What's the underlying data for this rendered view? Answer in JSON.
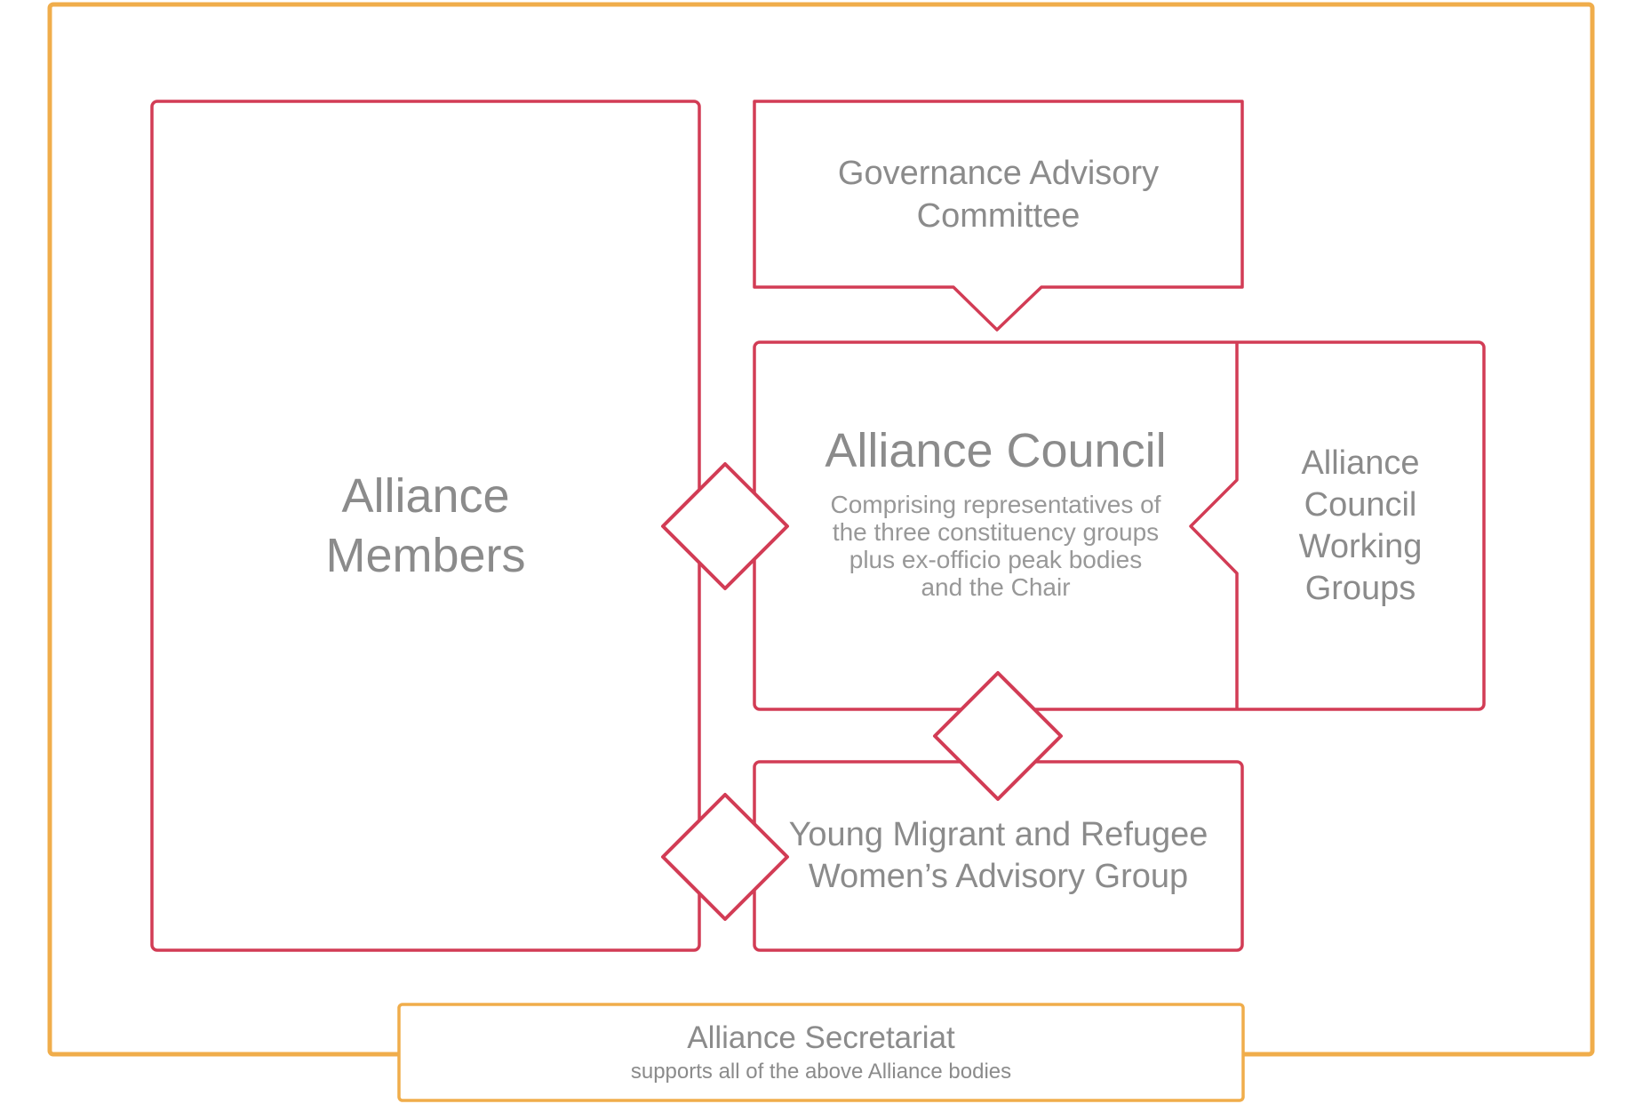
{
  "diagram": {
    "background": "#ffffff",
    "colors": {
      "box_red": "#d23c55",
      "accent_orange": "#f0ad4b",
      "label_gray": "#8b8b8b",
      "body_gray": "#989898"
    },
    "nodes": {
      "alliance_members": {
        "lines": [
          "Alliance",
          "Members"
        ]
      },
      "governance_advisory_committee": {
        "lines": [
          "Governance Advisory",
          "Committee"
        ]
      },
      "alliance_council": {
        "title": "Alliance Council",
        "description_lines": [
          "Comprising representatives of",
          "the three constituency groups",
          "plus ex-officio peak bodies",
          "and the Chair"
        ]
      },
      "alliance_council_working_groups": {
        "lines": [
          "Alliance",
          "Council",
          "Working",
          "Groups"
        ]
      },
      "young_migrant_refugee_womens_advisory_group": {
        "lines": [
          "Young Migrant and Refugee",
          "Women’s Advisory Group"
        ]
      },
      "alliance_secretariat": {
        "title": "Alliance Secretariat",
        "subtitle": "supports all of the above Alliance bodies"
      }
    }
  }
}
